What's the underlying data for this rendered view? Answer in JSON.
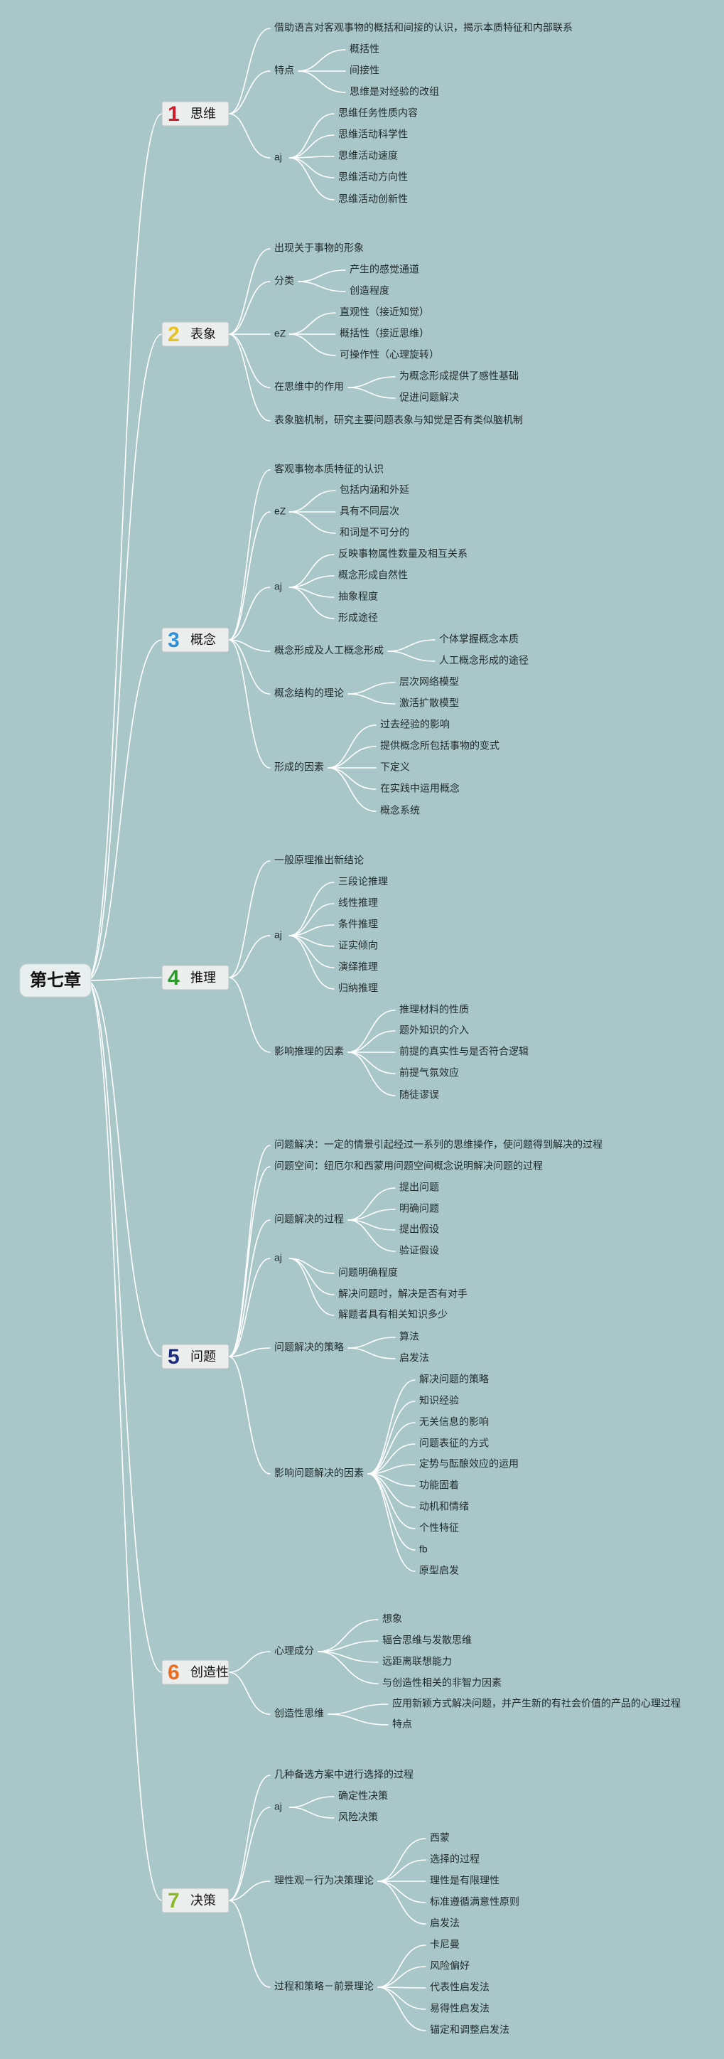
{
  "root": {
    "label": "第七章"
  },
  "colors": {
    "background": "#a9c6c9",
    "link": "#ffffff",
    "text": "#1f2a2b",
    "num1": "#d01c2a",
    "num2": "#e8c21f",
    "num3": "#2f8fd6",
    "num4": "#2e9a2e",
    "num5": "#1a2b80",
    "num6": "#ec6b1c",
    "num7": "#8ab82a"
  },
  "sections": [
    {
      "num": "1",
      "label": "思维",
      "children": [
        {
          "label": "借助语言对客观事物的概括和间接的认识，揭示本质特征和内部联系"
        },
        {
          "label": "特点",
          "children": [
            {
              "label": "概括性"
            },
            {
              "label": "间接性"
            },
            {
              "label": "思维是对经验的改组"
            }
          ]
        },
        {
          "label": "aj",
          "children": [
            {
              "label": "思维任务性质内容"
            },
            {
              "label": "思维活动科学性"
            },
            {
              "label": "思维活动速度"
            },
            {
              "label": "思维活动方向性"
            },
            {
              "label": "思维活动创新性"
            }
          ]
        }
      ]
    },
    {
      "num": "2",
      "label": "表象",
      "children": [
        {
          "label": "出现关于事物的形象"
        },
        {
          "label": "分类",
          "children": [
            {
              "label": "产生的感觉通道"
            },
            {
              "label": "创造程度"
            }
          ]
        },
        {
          "label": "eZ",
          "children": [
            {
              "label": "直观性（接近知觉）"
            },
            {
              "label": "概括性（接近思维）"
            },
            {
              "label": "可操作性（心理旋转）"
            }
          ]
        },
        {
          "label": "在思维中的作用",
          "children": [
            {
              "label": "为概念形成提供了感性基础"
            },
            {
              "label": "促进问题解决"
            }
          ]
        },
        {
          "label": "表象脑机制，研究主要问题表象与知觉是否有类似脑机制"
        }
      ]
    },
    {
      "num": "3",
      "label": "概念",
      "children": [
        {
          "label": "客观事物本质特征的认识"
        },
        {
          "label": "eZ",
          "children": [
            {
              "label": "包括内涵和外延"
            },
            {
              "label": "具有不同层次"
            },
            {
              "label": "和词是不可分的"
            }
          ]
        },
        {
          "label": "aj",
          "children": [
            {
              "label": "反映事物属性数量及相互关系"
            },
            {
              "label": "概念形成自然性"
            },
            {
              "label": "抽象程度"
            },
            {
              "label": "形成途径"
            }
          ]
        },
        {
          "label": "概念形成及人工概念形成",
          "children": [
            {
              "label": "个体掌握概念本质"
            },
            {
              "label": "人工概念形成的途径"
            }
          ]
        },
        {
          "label": "概念结构的理论",
          "children": [
            {
              "label": "层次网络模型"
            },
            {
              "label": "激活扩散模型"
            }
          ]
        },
        {
          "label": "形成的因素",
          "children": [
            {
              "label": "过去经验的影响"
            },
            {
              "label": "提供概念所包括事物的变式"
            },
            {
              "label": "下定义"
            },
            {
              "label": "在实践中运用概念"
            },
            {
              "label": "概念系统"
            }
          ]
        }
      ]
    },
    {
      "num": "4",
      "label": "推理",
      "children": [
        {
          "label": "一般原理推出新结论"
        },
        {
          "label": "aj",
          "children": [
            {
              "label": "三段论推理"
            },
            {
              "label": "线性推理"
            },
            {
              "label": "条件推理"
            },
            {
              "label": "证实倾向"
            },
            {
              "label": "演绎推理"
            },
            {
              "label": "归纳推理"
            }
          ]
        },
        {
          "label": "影响推理的因素",
          "children": [
            {
              "label": "推理材料的性质"
            },
            {
              "label": "题外知识的介入"
            },
            {
              "label": "前提的真实性与是否符合逻辑"
            },
            {
              "label": "前提气氛效应"
            },
            {
              "label": "随徒谬误"
            }
          ]
        }
      ]
    },
    {
      "num": "5",
      "label": "问题",
      "children": [
        {
          "label": "问题解决：一定的情景引起经过一系列的思维操作，使问题得到解决的过程"
        },
        {
          "label": "问题空间：纽厄尔和西蒙用问题空间概念说明解决问题的过程"
        },
        {
          "label": "问题解决的过程",
          "children": [
            {
              "label": "提出问题"
            },
            {
              "label": "明确问题"
            },
            {
              "label": "提出假设"
            },
            {
              "label": "验证假设"
            }
          ]
        },
        {
          "label": "aj",
          "children": [
            {
              "label": "问题明确程度"
            },
            {
              "label": "解决问题时，解决是否有对手"
            },
            {
              "label": "解题者具有相关知识多少"
            }
          ]
        },
        {
          "label": "问题解决的策略",
          "children": [
            {
              "label": "算法"
            },
            {
              "label": "启发法"
            }
          ]
        },
        {
          "label": "影响问题解决的因素",
          "children": [
            {
              "label": "解决问题的策略"
            },
            {
              "label": "知识经验"
            },
            {
              "label": "无关信息的影响"
            },
            {
              "label": "问题表征的方式"
            },
            {
              "label": "定势与酝酿效应的运用"
            },
            {
              "label": "功能固着"
            },
            {
              "label": "动机和情绪"
            },
            {
              "label": "个性特征"
            },
            {
              "label": "fb"
            },
            {
              "label": "原型启发"
            }
          ]
        }
      ]
    },
    {
      "num": "6",
      "label": "创造性",
      "children": [
        {
          "label": "心理成分",
          "children": [
            {
              "label": "想象"
            },
            {
              "label": "辐合思维与发散思维"
            },
            {
              "label": "远距离联想能力"
            },
            {
              "label": "与创造性相关的非智力因素"
            }
          ]
        },
        {
          "label": "创造性思维",
          "children": [
            {
              "label": "应用新颖方式解决问题，并产生新的有社会价值的产品的心理过程"
            },
            {
              "label": "特点"
            }
          ]
        }
      ]
    },
    {
      "num": "7",
      "label": "决策",
      "children": [
        {
          "label": "几种备选方案中进行选择的过程"
        },
        {
          "label": "aj",
          "children": [
            {
              "label": "确定性决策"
            },
            {
              "label": "风险决策"
            }
          ]
        },
        {
          "label": "理性观－行为决策理论",
          "children": [
            {
              "label": "西蒙"
            },
            {
              "label": "选择的过程"
            },
            {
              "label": "理性是有限理性"
            },
            {
              "label": "标准遵循满意性原则"
            },
            {
              "label": "启发法"
            }
          ]
        },
        {
          "label": "过程和策略－前景理论",
          "children": [
            {
              "label": "卡尼曼"
            },
            {
              "label": "风险偏好"
            },
            {
              "label": "代表性启发法"
            },
            {
              "label": "易得性启发法"
            },
            {
              "label": "锚定和调整启发法"
            }
          ]
        }
      ]
    }
  ]
}
